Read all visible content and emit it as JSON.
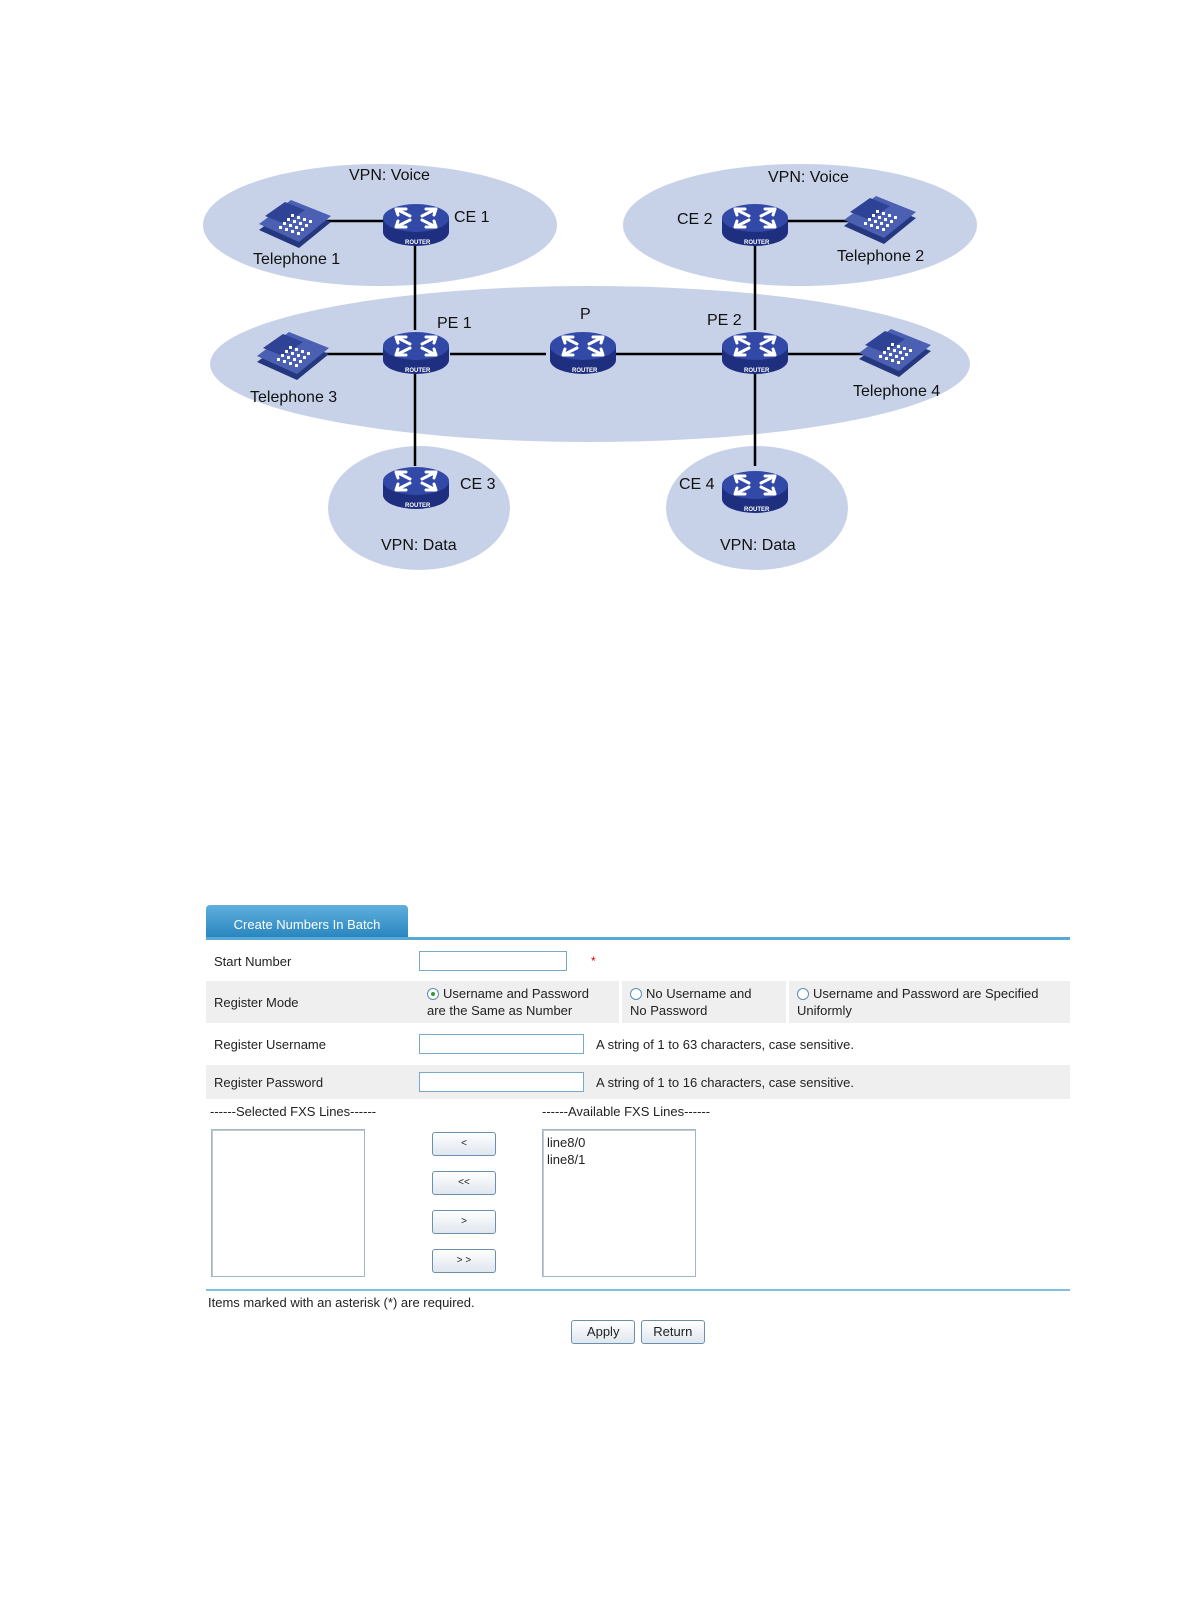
{
  "diagram": {
    "vpn_voice_label": "VPN: Voice",
    "vpn_data_label": "VPN: Data",
    "router_word": "ROUTER",
    "nodes": {
      "ce1": "CE 1",
      "ce2": "CE 2",
      "ce3": "CE 3",
      "ce4": "CE 4",
      "pe1": "PE 1",
      "pe2": "PE 2",
      "p": "P",
      "tel1": "Telephone 1",
      "tel2": "Telephone 2",
      "tel3": "Telephone 3",
      "tel4": "Telephone 4"
    },
    "colors": {
      "cloud": "#c7d2e8",
      "router": "#2b3f9a",
      "phone": "#3a4fa5",
      "link": "#000000"
    }
  },
  "form": {
    "tab_label": "Create Numbers In Batch",
    "start_number": {
      "label": "Start Number",
      "value": "",
      "required_mark": "*"
    },
    "register_mode": {
      "label": "Register Mode",
      "options": [
        {
          "line1": "Username and Password",
          "line2": "are the Same as Number",
          "selected": true
        },
        {
          "line1": "No Username and",
          "line2": "No Password",
          "selected": false
        },
        {
          "line1": "Username and Password are Specified",
          "line2": "Uniformly",
          "selected": false
        }
      ]
    },
    "register_username": {
      "label": "Register Username",
      "value": "",
      "hint": "A string of 1 to 63 characters, case sensitive."
    },
    "register_password": {
      "label": "Register Password",
      "value": "",
      "hint": "A string of 1 to 16 characters, case sensitive."
    },
    "selected_lines": {
      "title": "------Selected FXS Lines------",
      "items": []
    },
    "available_lines": {
      "title": "------Available FXS Lines------",
      "items": [
        "line8/0",
        "line8/1"
      ]
    },
    "move_buttons": [
      "<",
      "<<",
      ">",
      "> >"
    ],
    "required_note": "Items marked with an asterisk (*) are required.",
    "apply_label": "Apply",
    "return_label": "Return",
    "colors": {
      "tab": "#3a96cc",
      "rule": "#56a9d4",
      "shaded_row": "#efefef"
    }
  }
}
